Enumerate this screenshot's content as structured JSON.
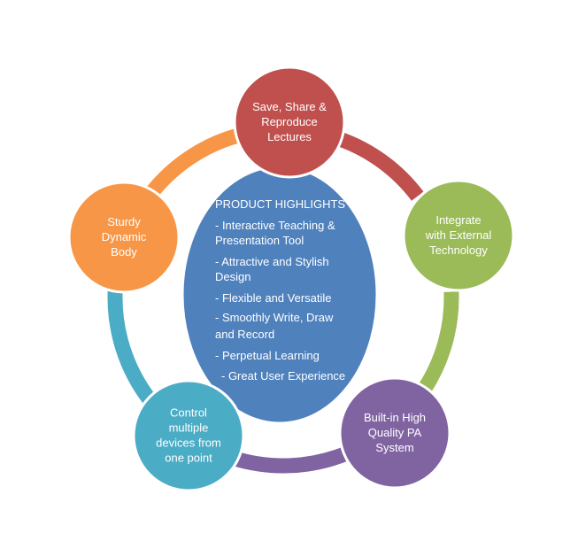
{
  "center": {
    "title": "PRODUCT HIGHLIGHTS",
    "items": [
      [
        "- Interactive Teaching &",
        "Presentation Tool"
      ],
      [
        "- Attractive and Stylish",
        "Design"
      ],
      [
        "- Flexible and Versatile"
      ],
      [
        "- Smoothly Write, Draw",
        "and Record"
      ],
      [
        "- Perpetual Learning"
      ],
      [
        "  - Great User Experience"
      ]
    ]
  },
  "nodes": [
    {
      "key": "save-share",
      "lines": [
        "Save, Share &",
        "Reproduce",
        "Lectures"
      ],
      "color": "#C0504D"
    },
    {
      "key": "integrate",
      "lines": [
        "Integrate",
        "with External",
        "Technology"
      ],
      "color": "#9BBB59"
    },
    {
      "key": "pa-system",
      "lines": [
        "Built-in High",
        "Quality PA",
        "System"
      ],
      "color": "#8064A2"
    },
    {
      "key": "control-devices",
      "lines": [
        "Control",
        "multiple",
        "devices from",
        "one point"
      ],
      "color": "#4BACC6"
    },
    {
      "key": "sturdy-body",
      "lines": [
        "Sturdy",
        "Dynamic",
        "Body"
      ],
      "color": "#F79646"
    }
  ],
  "colors": {
    "center": "#4F81BD",
    "center_border": "#ffffff"
  }
}
